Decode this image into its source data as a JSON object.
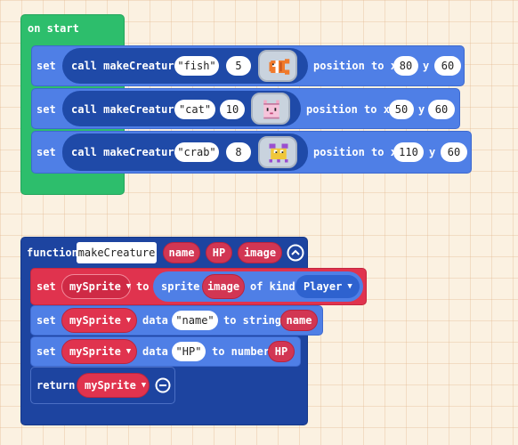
{
  "on_start": {
    "title": "on start",
    "rows": [
      {
        "set": "set",
        "call": "call makeCreature",
        "name": "\"fish\"",
        "hp": "5",
        "sprite": "fish-sprite",
        "position": "position to x",
        "x": "80",
        "y_label": "y",
        "y": "60"
      },
      {
        "set": "set",
        "call": "call makeCreature",
        "name": "\"cat\"",
        "hp": "10",
        "sprite": "cat-sprite",
        "position": "position to x",
        "x": "50",
        "y_label": "y",
        "y": "60"
      },
      {
        "set": "set",
        "call": "call makeCreature",
        "name": "\"crab\"",
        "hp": "8",
        "sprite": "crab-sprite",
        "position": "position to x",
        "x": "110",
        "y_label": "y",
        "y": "60"
      }
    ]
  },
  "function_block": {
    "keyword": "function",
    "name": "makeCreature",
    "params": [
      "name",
      "HP",
      "image"
    ],
    "collapse_icon": "chevron-up-icon",
    "set_sprite": {
      "set": "set",
      "var": "mySprite",
      "to": "to",
      "sprite": "sprite",
      "param": "image",
      "of_kind": "of kind",
      "kind": "Player"
    },
    "set_name": {
      "set": "set",
      "var": "mySprite",
      "data": "data",
      "key": "\"name\"",
      "to_string": "to string",
      "param": "name"
    },
    "set_hp": {
      "set": "set",
      "var": "mySprite",
      "data": "data",
      "key": "\"HP\"",
      "to_number": "to number",
      "param": "HP"
    },
    "return": {
      "keyword": "return",
      "var": "mySprite",
      "remove_icon": "minus-circle-icon"
    }
  },
  "colors": {
    "event_green": "#2dbe6c",
    "sprite_blue": "#4f7fe6",
    "function_navy": "#1d44a0",
    "variable_red": "#e0334e",
    "param_red": "#d23653",
    "kind_blue": "#2e62cf"
  }
}
